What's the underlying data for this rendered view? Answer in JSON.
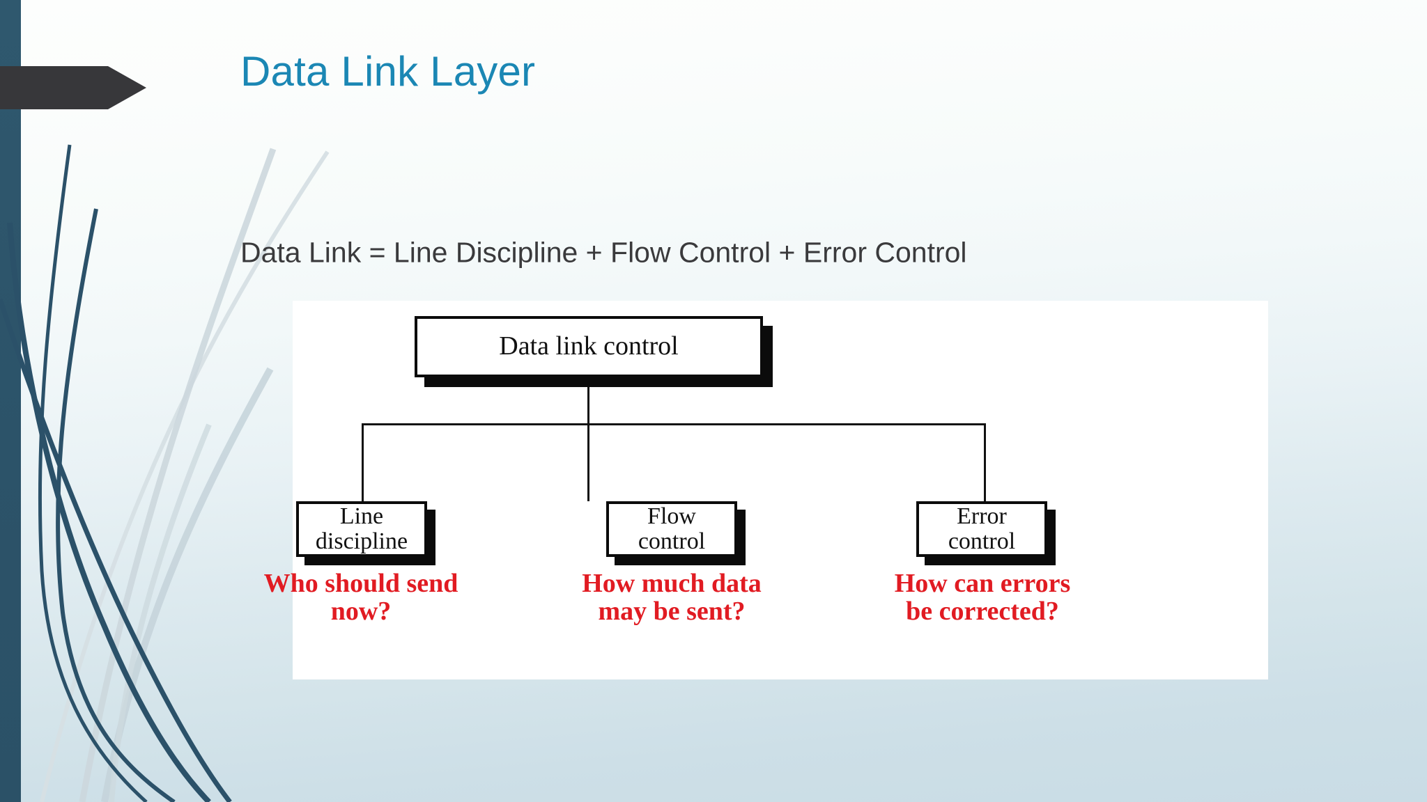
{
  "slide": {
    "title": "Data Link Layer",
    "title_color": "#1b87b4",
    "subtitle": "Data Link = Line Discipline + Flow Control + Error Control",
    "subtitle_color": "#3a3a3c",
    "background_top_color": "#fdfefd",
    "background_bottom_color": "#c9dce5",
    "accent_stripe_color": "#2c5369",
    "banner_color": "#37373a"
  },
  "diagram": {
    "panel_background": "#ffffff",
    "box_border_color": "#0b0b0b",
    "caption_color": "#e11b22",
    "root": {
      "label": "Data link control"
    },
    "children": [
      {
        "label_line1": "Line",
        "label_line2": "discipline",
        "caption_line1": "Who should send",
        "caption_line2": "now?"
      },
      {
        "label_line1": "Flow",
        "label_line2": "control",
        "caption_line1": "How much data",
        "caption_line2": "may be sent?"
      },
      {
        "label_line1": "Error",
        "label_line2": "control",
        "caption_line1": "How can errors",
        "caption_line2": "be corrected?"
      }
    ]
  }
}
